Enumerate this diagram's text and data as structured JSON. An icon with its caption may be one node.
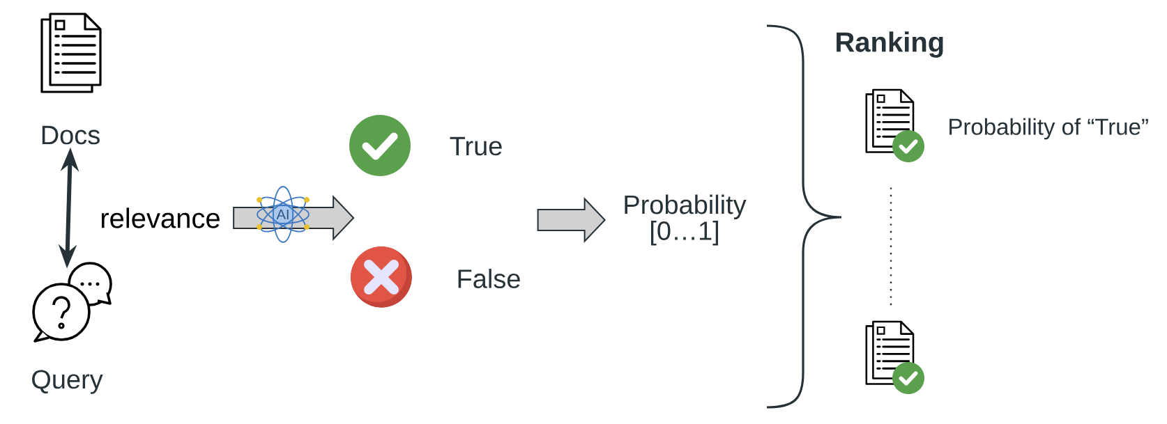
{
  "diagram": {
    "nodes": [
      {
        "text": [
          "Docs"
        ]
      },
      {
        "text": [
          "Query"
        ]
      },
      {
        "text": [
          "relevance"
        ]
      },
      {
        "text": [
          "True"
        ]
      },
      {
        "text": [
          "False"
        ]
      },
      {
        "text": [
          "Probability [0…1]"
        ]
      },
      {
        "text": [],
        "shape": "document",
        "beside": [
          "Probability of “True”"
        ]
      },
      {
        "text": [],
        "shape": "document"
      }
    ],
    "edges": [
      {
        "from": 0,
        "to": 1,
        "arrow": "both",
        "style": "thick"
      },
      {
        "from": 2,
        "to": null,
        "arrow": "to"
      },
      {
        "from": null,
        "to": 5,
        "arrow": "to"
      },
      {
        "from": 6,
        "to": 7,
        "arrow": "none",
        "style": "dashed"
      }
    ],
    "labels": [
      "Ranking",
      "AI"
    ]
  }
}
